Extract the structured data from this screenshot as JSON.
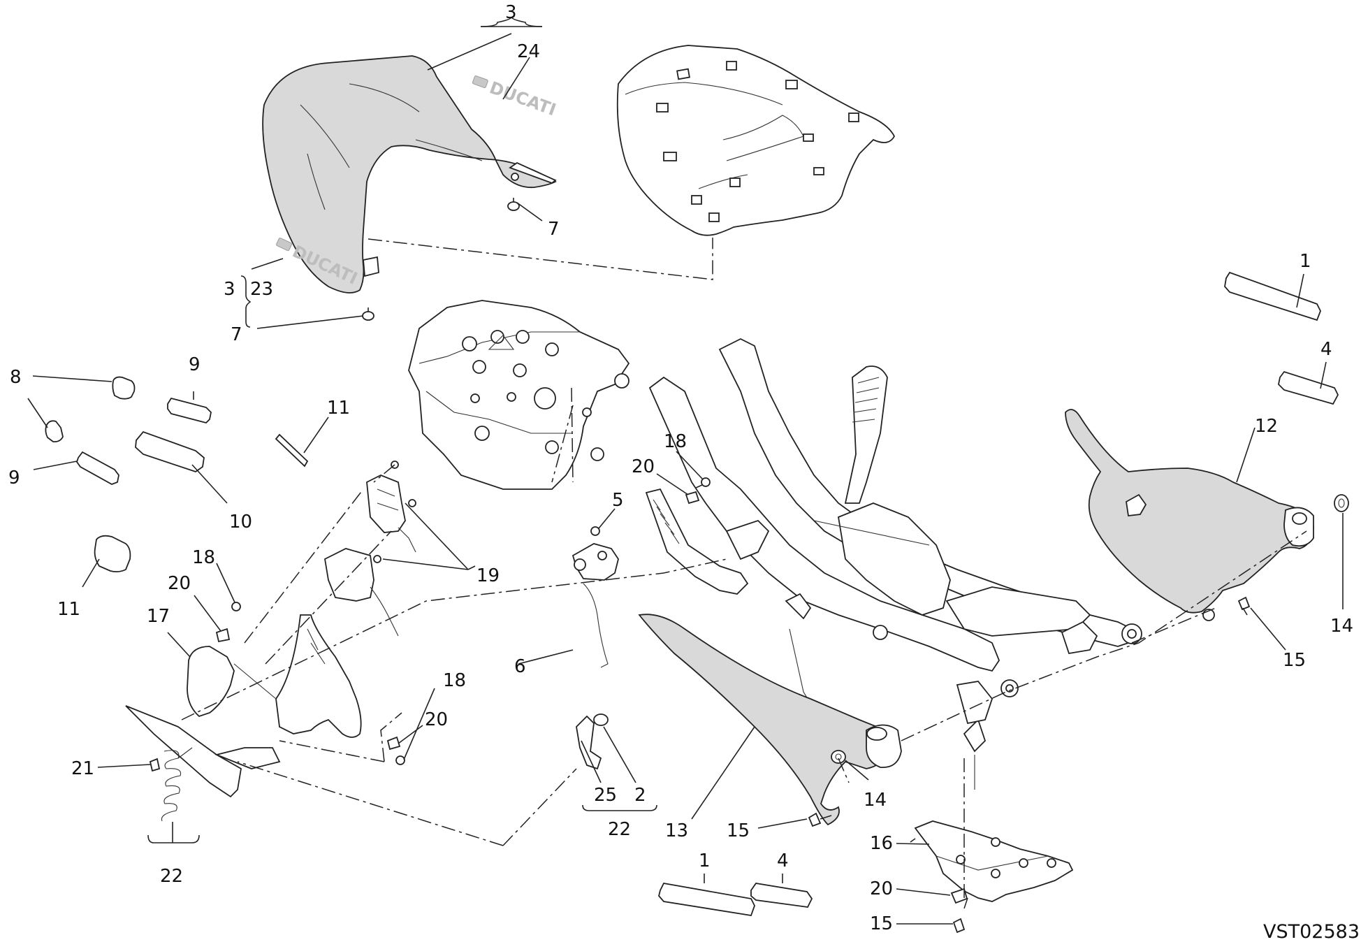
{
  "diagram": {
    "code": "VST02583",
    "logo_text": "DUCATI",
    "callouts": [
      {
        "id": "c-3-top",
        "label": "3"
      },
      {
        "id": "c-24",
        "label": "24"
      },
      {
        "id": "c-7-upper",
        "label": "7"
      },
      {
        "id": "c-3-left",
        "label": "3"
      },
      {
        "id": "c-23",
        "label": "23"
      },
      {
        "id": "c-7-lower",
        "label": "7"
      },
      {
        "id": "c-8",
        "label": "8"
      },
      {
        "id": "c-9-upper",
        "label": "9"
      },
      {
        "id": "c-9-lower",
        "label": "9"
      },
      {
        "id": "c-10",
        "label": "10"
      },
      {
        "id": "c-11-upper",
        "label": "11"
      },
      {
        "id": "c-11-lower",
        "label": "11"
      },
      {
        "id": "c-18-left",
        "label": "18"
      },
      {
        "id": "c-20-left",
        "label": "20"
      },
      {
        "id": "c-17",
        "label": "17"
      },
      {
        "id": "c-19",
        "label": "19"
      },
      {
        "id": "c-21",
        "label": "21"
      },
      {
        "id": "c-22-left",
        "label": "22"
      },
      {
        "id": "c-18-mid",
        "label": "18"
      },
      {
        "id": "c-20-mid",
        "label": "20"
      },
      {
        "id": "c-6",
        "label": "6"
      },
      {
        "id": "c-25",
        "label": "25"
      },
      {
        "id": "c-2",
        "label": "2"
      },
      {
        "id": "c-22-mid",
        "label": "22"
      },
      {
        "id": "c-5",
        "label": "5"
      },
      {
        "id": "c-18-frame",
        "label": "18"
      },
      {
        "id": "c-20-frame",
        "label": "20"
      },
      {
        "id": "c-13",
        "label": "13"
      },
      {
        "id": "c-14-mid",
        "label": "14"
      },
      {
        "id": "c-15-mid",
        "label": "15"
      },
      {
        "id": "c-1-bottom",
        "label": "1"
      },
      {
        "id": "c-4-bottom",
        "label": "4"
      },
      {
        "id": "c-16",
        "label": "16"
      },
      {
        "id": "c-20-bottom",
        "label": "20"
      },
      {
        "id": "c-15-bottom",
        "label": "15"
      },
      {
        "id": "c-1-top",
        "label": "1"
      },
      {
        "id": "c-4-top",
        "label": "4"
      },
      {
        "id": "c-12",
        "label": "12"
      },
      {
        "id": "c-14-right",
        "label": "14"
      },
      {
        "id": "c-15-right",
        "label": "15"
      }
    ]
  }
}
